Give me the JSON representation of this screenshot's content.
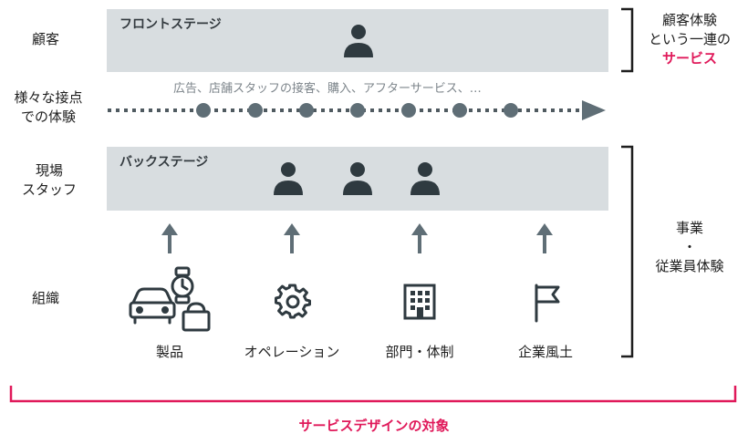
{
  "rows": {
    "customer": "顧客",
    "touchpoints_line1": "様々な接点",
    "touchpoints_line2": "での体験",
    "staff_line1": "現場",
    "staff_line2": "スタッフ",
    "organization": "組織"
  },
  "front_stage": {
    "title": "フロントステージ"
  },
  "back_stage": {
    "title": "バックステージ"
  },
  "touchpoints_text": "広告、店舗スタッフの接客、購入、アフターサービス、…",
  "right": {
    "customer_line1": "顧客体験",
    "customer_line2": "という一連の",
    "customer_line3": "サービス",
    "business_line1": "事業",
    "business_line2": "・",
    "business_line3": "従業員体験"
  },
  "org_items": [
    {
      "label": "製品",
      "icon": "product-icon"
    },
    {
      "label": "オペレーション",
      "icon": "gear-icon"
    },
    {
      "label": "部門・体制",
      "icon": "building-icon"
    },
    {
      "label": "企業風土",
      "icon": "flag-icon"
    }
  ],
  "bottom_label": "サービスデザインの対象",
  "colors": {
    "accent": "#e0195a",
    "band": "#d8dde0",
    "dark": "#2f3a40",
    "arrow": "#5f6e76"
  }
}
